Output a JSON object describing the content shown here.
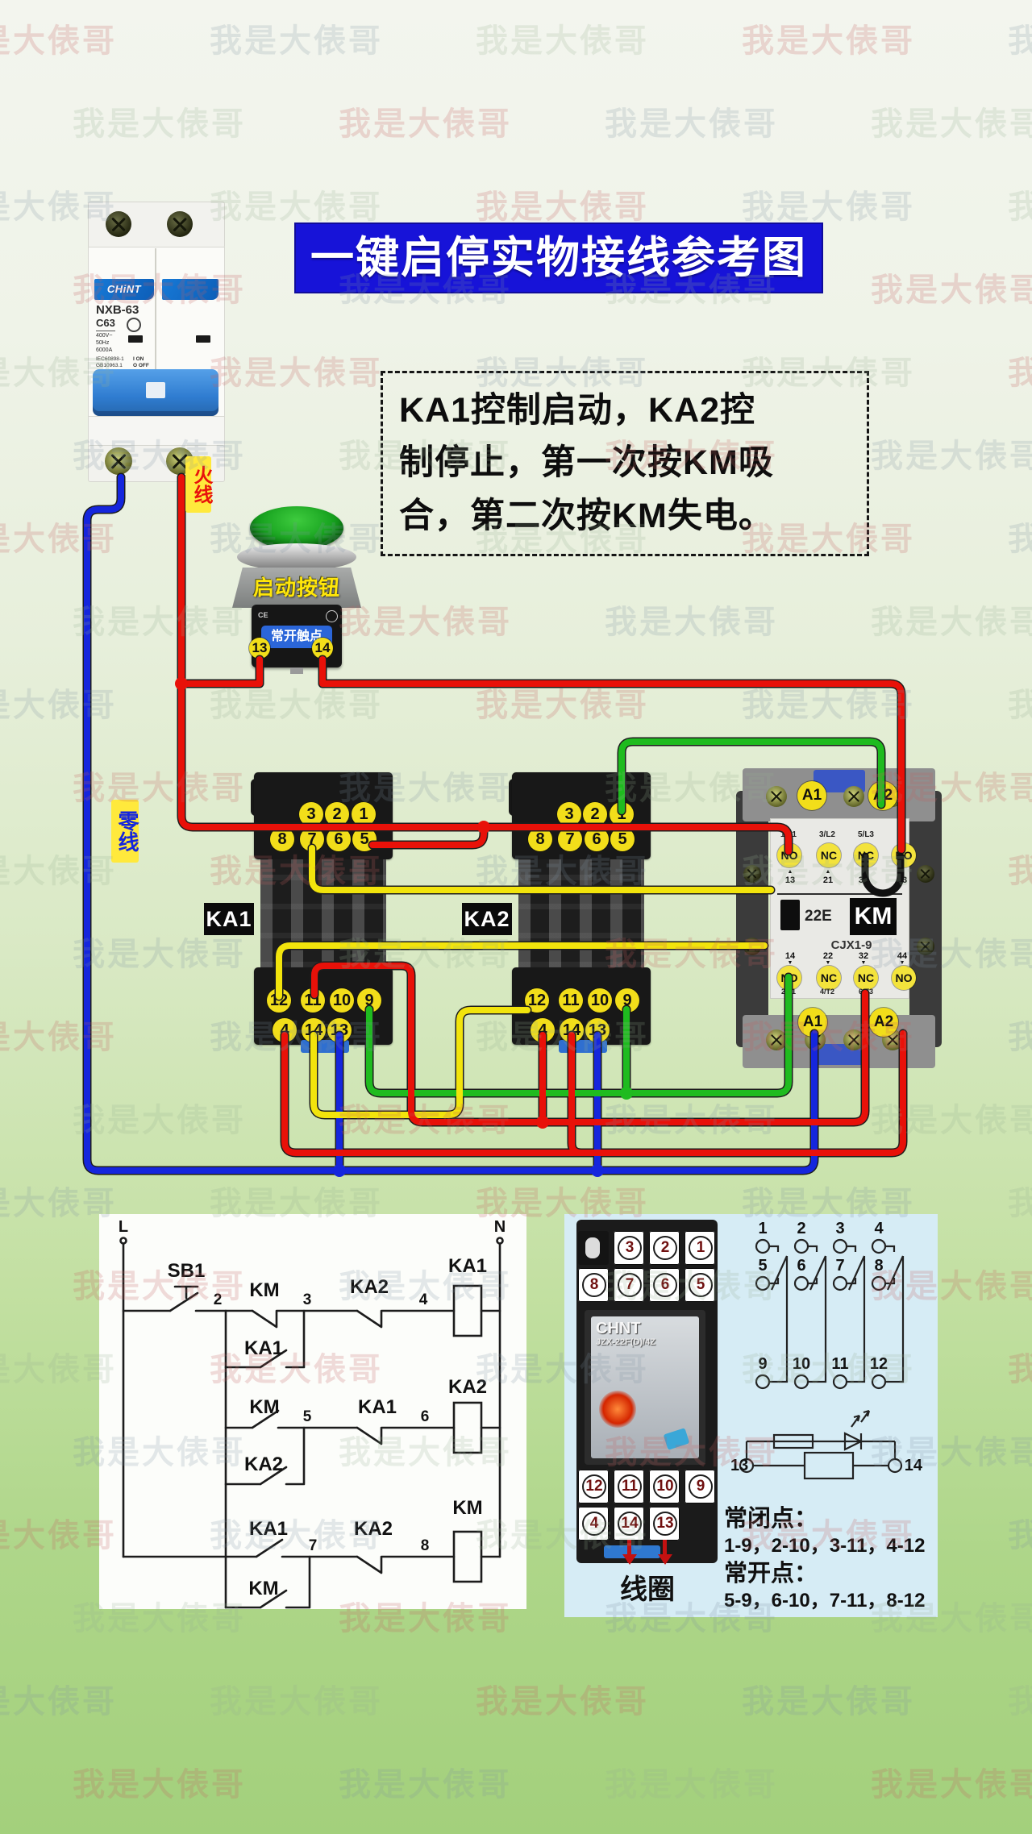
{
  "watermark": {
    "text": "我是大俵哥"
  },
  "title": {
    "text": "一键启停实物接线参考图"
  },
  "note": {
    "text": "KA1控制启动，KA2控\n制停止，第一次按KM吸\n合，第二次按KM失电。"
  },
  "labels": {
    "live_wire": "火线",
    "neutral_wire": "零线"
  },
  "breaker": {
    "brand": "CHiNT",
    "model": "NXB-63",
    "rating": "C63",
    "specs": [
      "400V~",
      "50Hz",
      "6000A"
    ],
    "standards": [
      "IEC60898-1",
      "GB10963.1"
    ],
    "on_mark": "I ON",
    "off_mark": "O OFF"
  },
  "button": {
    "label": "启动按钮",
    "contact_label": "常开触点",
    "ce_mark": "CE",
    "terminals": [
      "13",
      "14"
    ]
  },
  "relay_sockets": {
    "ka1": {
      "name": "KA1",
      "top_row1": [
        "3",
        "2",
        "1"
      ],
      "top_row2": [
        "8",
        "7",
        "6",
        "5"
      ],
      "bottom_row1": [
        "12",
        "11",
        "10",
        "9"
      ],
      "bottom_row2": [
        "4",
        "14",
        "13"
      ]
    },
    "ka2": {
      "name": "KA2",
      "top_row1": [
        "3",
        "2",
        "1"
      ],
      "top_row2": [
        "8",
        "7",
        "6",
        "5"
      ],
      "bottom_row1": [
        "12",
        "11",
        "10",
        "9"
      ],
      "bottom_row2": [
        "4",
        "14",
        "13"
      ]
    }
  },
  "contactor": {
    "name": "KM",
    "model": "CJX1-9",
    "aux_code": "22E",
    "coil_top": [
      "A1",
      "A2"
    ],
    "coil_bottom": [
      "A1",
      "A2"
    ],
    "top_terminal_labels": [
      "1/L1",
      "3/L2",
      "5/L3"
    ],
    "top_contacts": [
      "NO",
      "NC",
      "NC",
      "NO"
    ],
    "top_numbers": [
      "13",
      "21",
      "31",
      "43"
    ],
    "bottom_numbers": [
      "14",
      "22",
      "32",
      "44"
    ],
    "bottom_contacts": [
      "NO",
      "NC",
      "NC",
      "NO"
    ],
    "bottom_terminal_labels": [
      "2/T1",
      "4/T2",
      "6/T3"
    ]
  },
  "schematic": {
    "rail_left": "L",
    "rail_right": "N",
    "sb1": "SB1",
    "r1_km": "KM",
    "r1_ka2": "KA2",
    "r1_coil": "KA1",
    "r1_ka1no": "KA1",
    "n2": "2",
    "n3": "3",
    "n4": "4",
    "r2_km": "KM",
    "r2_ka1": "KA1",
    "r2_coil": "KA2",
    "r2_ka2no": "KA2",
    "n5": "5",
    "n6": "6",
    "r3_ka1": "KA1",
    "r3_ka2": "KA2",
    "r3_coil": "KM",
    "r3_kmno": "KM",
    "n7": "7",
    "n8": "8"
  },
  "pinout": {
    "relay_brand": "CHNT",
    "relay_model": "JZX-22F(D)/4Z",
    "socket": {
      "row1": [
        "3",
        "2",
        "1"
      ],
      "row2": [
        "8",
        "7",
        "6",
        "5"
      ],
      "row3": [
        "12",
        "11",
        "10",
        "9"
      ],
      "row4": [
        "4",
        "14",
        "13"
      ]
    },
    "top_numbers": [
      "1",
      "2",
      "3",
      "4"
    ],
    "mid_numbers": [
      "5",
      "6",
      "7",
      "8"
    ],
    "bottom_numbers": [
      "9",
      "10",
      "11",
      "12"
    ],
    "coil_left": "13",
    "coil_right": "14",
    "coil_label": "线圈",
    "nc_title": "常闭点：",
    "nc_pairs": "1-9，2-10，3-11，4-12",
    "no_title": "常开点：",
    "no_pairs": "5-9，6-10，7-11，8-12"
  },
  "wire_colors": {
    "live": "#e81109",
    "neutral": "#1526dd",
    "signal": "#f2e40c",
    "aux": "#1fbb1f"
  }
}
